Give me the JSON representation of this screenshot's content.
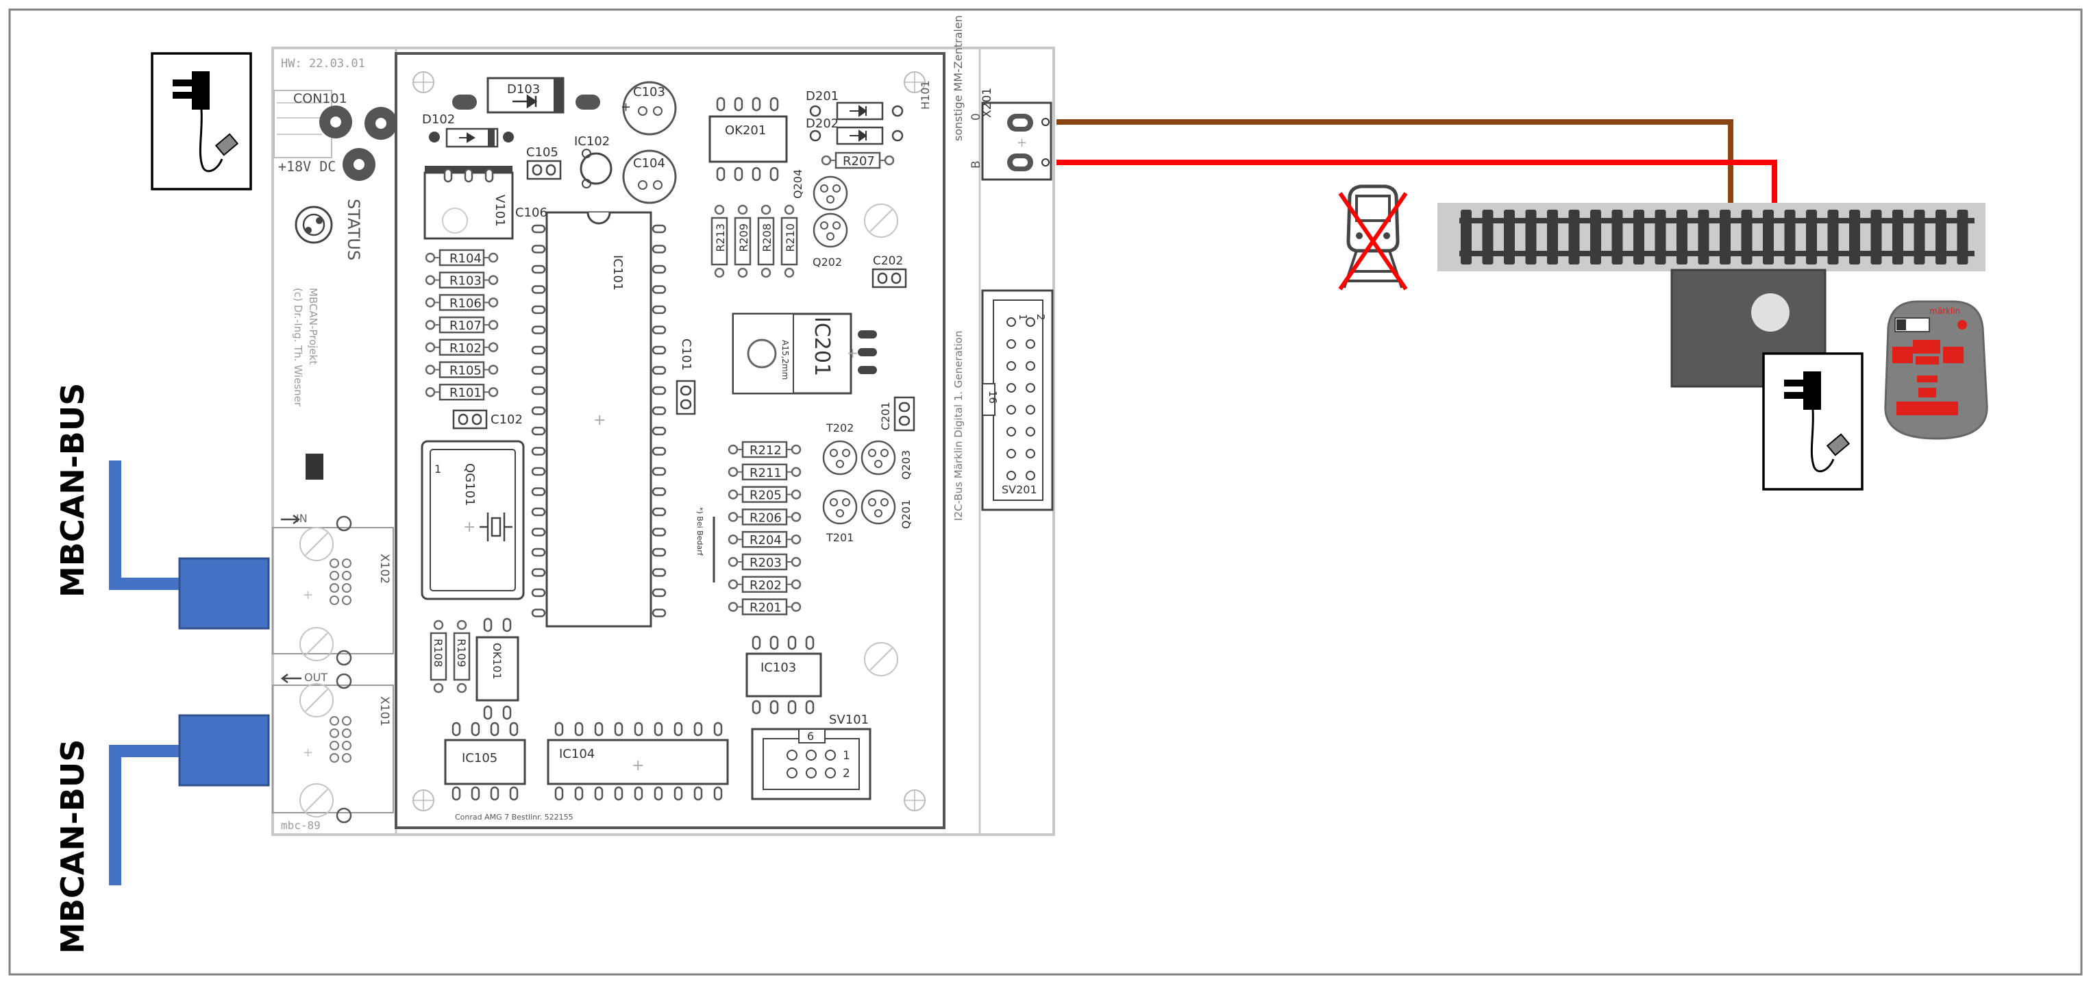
{
  "board": {
    "hw_date": "HW: 22.03.01",
    "power_connector": "CON101",
    "power_label": "+18V DC",
    "status_label": "STATUS",
    "project_credit_1": "MBCAN-Projekt",
    "project_credit_2": "(c) Dr.-Ing. Th. Wiesner",
    "in_label": "IN",
    "out_label": "OUT",
    "board_id": "mbc-89",
    "footer_note": "Conrad AMG 7 Bestllnr. 522155",
    "right_side_text_1": "sonstige MM-Zentralen",
    "right_side_text_2": "I2C-Bus Märklin Digital 1. Generation",
    "right_side_text_3": "H101",
    "optional_note": "*) Bei Bedarf",
    "x201_pin_labels": [
      "0",
      "B"
    ],
    "components": {
      "d103": "D103",
      "d102": "D102",
      "c103": "C103",
      "c104": "C104",
      "ic102": "IC102",
      "c105": "C105",
      "ok201": "OK201",
      "d201": "D201",
      "d202": "D202",
      "r207": "R207",
      "v101": "V101",
      "c106": "C106",
      "ic101": "IC101",
      "c101": "C101",
      "c102": "C102",
      "qg101": "QG101",
      "q204": "Q204",
      "q202": "Q202",
      "c202": "C202",
      "ic201": "IC201",
      "ic201_note": "A15,2mm",
      "c201": "C201",
      "t202": "T202",
      "t201": "T201",
      "q203": "Q203",
      "q201": "Q201",
      "x201": "X201",
      "x102": "X102",
      "x101": "X101",
      "sv201": "SV201",
      "sv201_pin1": "1",
      "sv201_pin2": "2",
      "sv201_pin16": "16",
      "sv101": "SV101",
      "sv101_pin6": "6",
      "sv101_pin1": "1",
      "sv101_pin2": "2",
      "ic103": "IC103",
      "ic104": "IC104",
      "ic105": "IC105",
      "ok101": "OK101",
      "r108": "R108",
      "r109": "R109",
      "resistors_left": [
        "R104",
        "R103",
        "R106",
        "R107",
        "R102",
        "R105",
        "R101"
      ],
      "resistors_vertical": [
        "R213",
        "R209",
        "R208",
        "R210"
      ],
      "resistors_right": [
        "R212",
        "R211",
        "R205",
        "R206",
        "R204",
        "R203",
        "R202",
        "R201"
      ]
    }
  },
  "bus_labels": {
    "top": "MBCAN-BUS",
    "bottom": "MBCAN-BUS"
  },
  "controller": {
    "brand": "märklin"
  },
  "colors": {
    "bus_blue": "#4472c4",
    "wire_brown": "#8b4513",
    "wire_red": "#ff0000",
    "track_gray": "#cccccc",
    "sleeper_dark": "#3b3b3b",
    "controller_gray": "#808080",
    "controller_red": "#e0201b",
    "box_gray": "#595959"
  },
  "icons": {
    "power_supply_top": "power-plug-icon",
    "power_supply_track": "power-plug-icon",
    "train_crossed": "train-crossed-icon"
  }
}
